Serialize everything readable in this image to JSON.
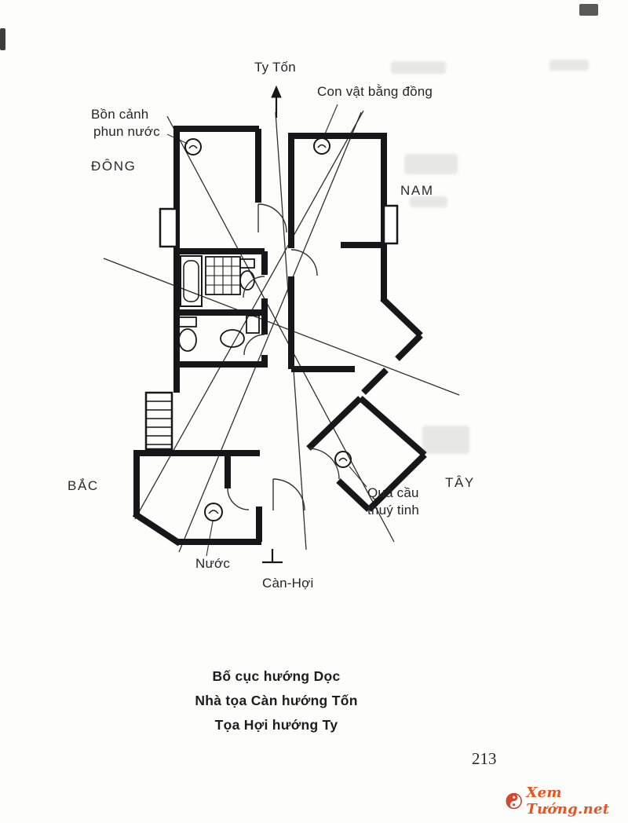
{
  "page": {
    "number": "213"
  },
  "diagram": {
    "labels": {
      "facing_direction": "Ty Tốn",
      "bronze_animal": "Con vật bằng đồng",
      "fountain_line1": "Bồn cảnh",
      "fountain_line2": "phun nước",
      "east": "ĐÔNG",
      "south": "NAM",
      "north": "BẮC",
      "west": "TÂY",
      "crystal_ball_line1": "Quả cầu",
      "crystal_ball_line2": "thuý tinh",
      "water": "Nước",
      "sitting_direction": "Càn-Hợi"
    }
  },
  "caption": {
    "line1": "Bố cục hướng Dọc",
    "line2": "Nhà tọa Càn hướng Tốn",
    "line3": "Tọa Hợi hướng Ty"
  },
  "watermark": {
    "icon": "yin-yang-icon",
    "text": "Xem Tướng.net",
    "accent_color": "#e8541e"
  }
}
